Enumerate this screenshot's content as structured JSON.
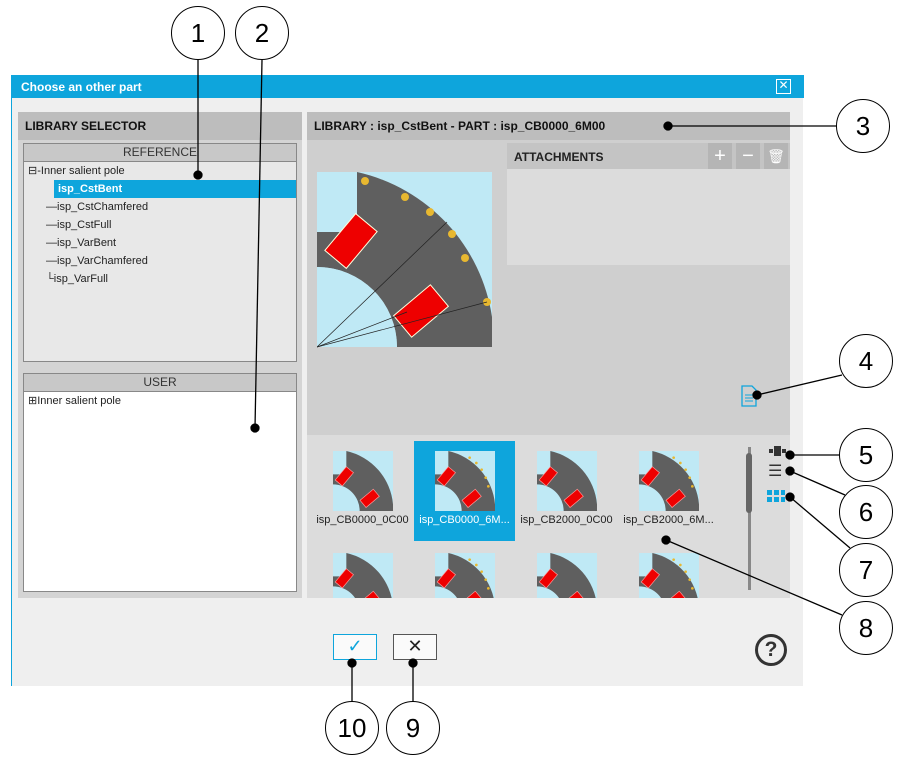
{
  "dialog": {
    "title": "Choose an other part",
    "close_icon": "close-icon"
  },
  "library_selector": {
    "title": "LIBRARY SELECTOR",
    "reference": {
      "header": "REFERENCE",
      "root": "Inner salient pole",
      "items": [
        "isp_CstBent",
        "isp_CstChamfered",
        "isp_CstFull",
        "isp_VarBent",
        "isp_VarChamfered",
        "isp_VarFull"
      ],
      "selected": "isp_CstBent"
    },
    "user": {
      "header": "USER",
      "root": "Inner salient pole"
    }
  },
  "part_panel": {
    "header": "LIBRARY : isp_CstBent   -  PART : isp_CB0000_6M00",
    "attachments": {
      "title": "ATTACHMENTS",
      "add": "+",
      "remove": "−"
    },
    "thumbnails": [
      {
        "label": "isp_CB0000_0C00",
        "magnets": false
      },
      {
        "label": "isp_CB0000_6M...",
        "magnets": true,
        "selected": true
      },
      {
        "label": "isp_CB2000_0C00",
        "magnets": false
      },
      {
        "label": "isp_CB2000_6M...",
        "magnets": true
      }
    ]
  },
  "footer": {
    "ok": "✓",
    "cancel": "✕",
    "help": "?"
  },
  "callouts": [
    "1",
    "2",
    "3",
    "4",
    "5",
    "6",
    "7",
    "8",
    "9",
    "10"
  ],
  "colors": {
    "accent": "#0ea5dc",
    "red": "#ee0000",
    "stator": "#5f5f5f"
  }
}
